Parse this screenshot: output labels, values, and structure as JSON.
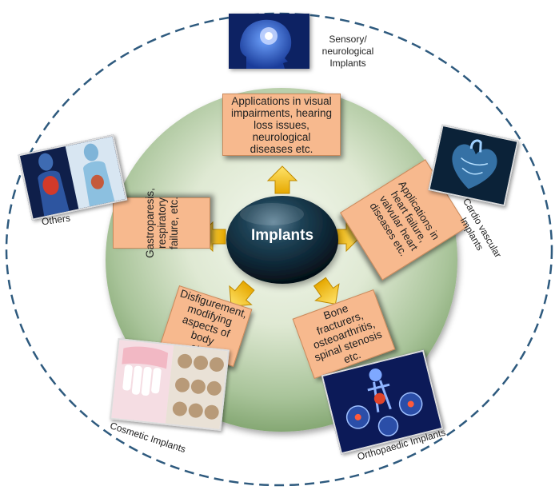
{
  "center": {
    "label": "Implants"
  },
  "applications": {
    "top": "Applications in visual\nimpairments, hearing\nloss issues, neurological\ndiseases etc.",
    "right": "Applications in\nheart failure,\nvalvular heart\ndiseases etc.",
    "left": "Gastroparesis,\nrespiratory\nfailure, etc.",
    "bottom_left": "Disfigurement,\nmodifying\naspects of body\netc.",
    "bottom_right": "Bone fracturers,\nosteoarthritis,\nspinal stenosis\netc."
  },
  "categories": {
    "sensory": "Sensory/\nneurological\nImplants",
    "cardio": "Cardio vascular\nImplants",
    "others": "Others",
    "cosmetic": "Cosmetic Implants",
    "orthopaedic": "Orthopaedic Implants"
  },
  "colors": {
    "box_fill": "#f7b98e",
    "arrow": "#f2c200",
    "disc_outer": "#8fb080",
    "disc_inner": "#e9f1df",
    "center_ball": "#0e2838",
    "dashed_ring": "#2e5a7e"
  },
  "icons": {
    "sensory": "head-brain-icon",
    "cardio": "heart-xray-icon",
    "others": "body-organs-icon",
    "cosmetic": "teeth-implant-icon",
    "orthopaedic": "skeleton-joints-icon"
  }
}
